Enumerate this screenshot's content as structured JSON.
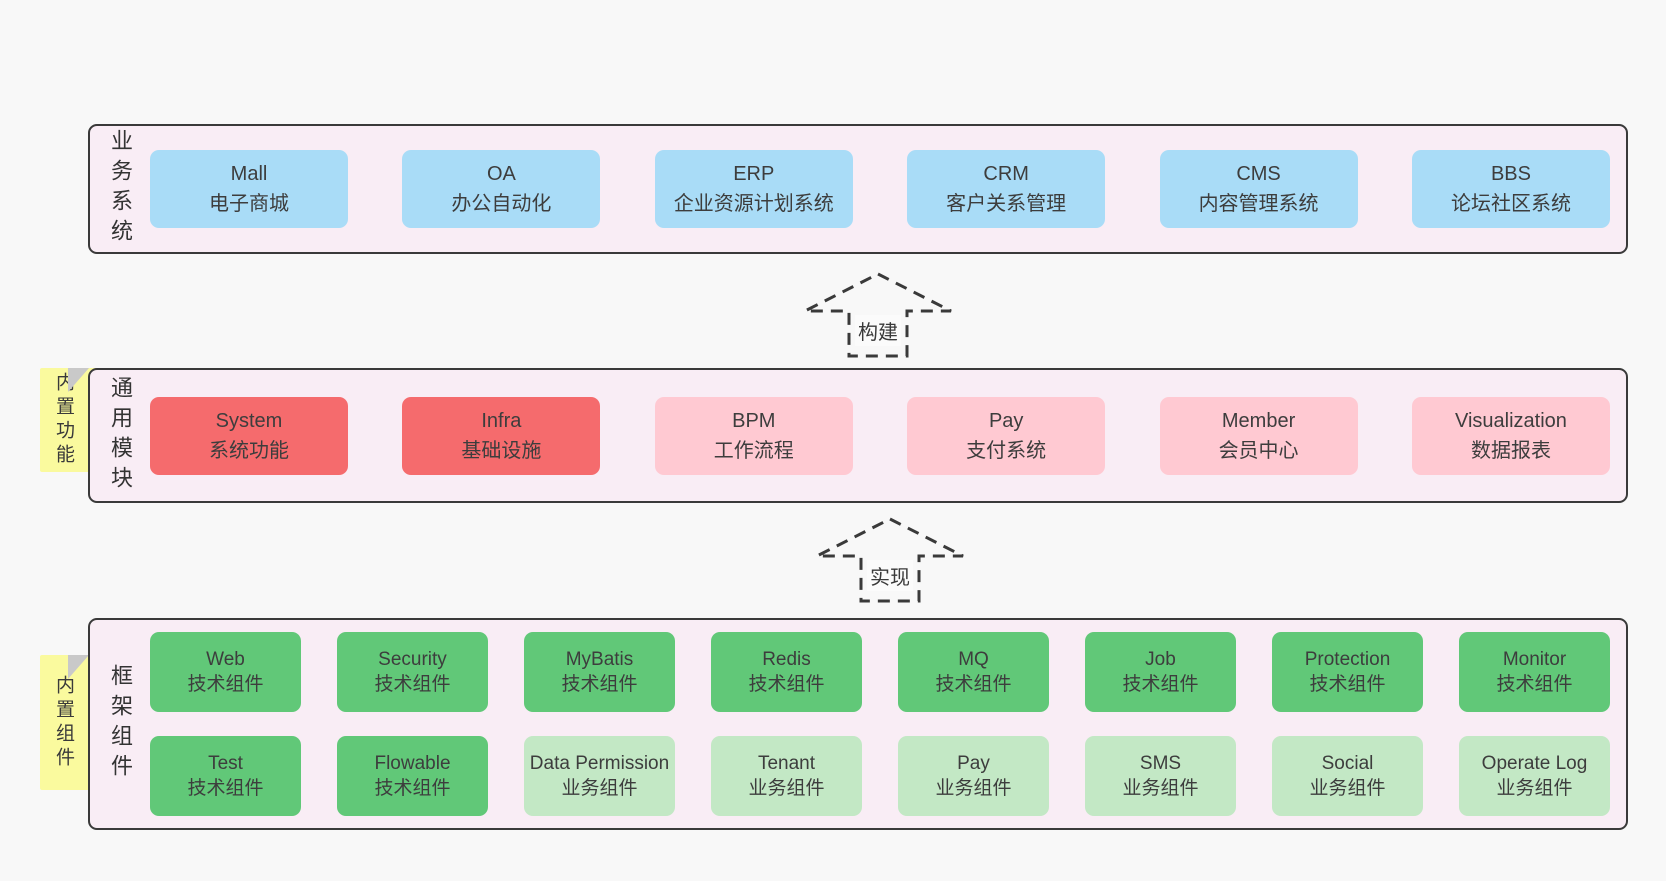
{
  "colors": {
    "page_bg": "#f8f8f8",
    "container_bg": "#f9edf5",
    "container_border": "#3a3a3a",
    "blue_box": "#a9dcf7",
    "red_box": "#f56b6d",
    "pink_box": "#ffc9d2",
    "green_box": "#61c878",
    "light_green_box": "#c3e8c5",
    "sticky_yellow": "#fafa9e",
    "fold_gray": "#c9c9c9"
  },
  "arrows": {
    "build": {
      "label": "构建"
    },
    "implement": {
      "label": "实现"
    }
  },
  "sections": {
    "business": {
      "label": "业务系统",
      "boxes": [
        {
          "name": "Mall",
          "desc": "电子商城"
        },
        {
          "name": "OA",
          "desc": "办公自动化"
        },
        {
          "name": "ERP",
          "desc": "企业资源计划系统"
        },
        {
          "name": "CRM",
          "desc": "客户关系管理"
        },
        {
          "name": "CMS",
          "desc": "内容管理系统"
        },
        {
          "name": "BBS",
          "desc": "论坛社区系统"
        }
      ]
    },
    "modules": {
      "label": "通用模块",
      "sticky": "内置功能",
      "boxes": [
        {
          "name": "System",
          "desc": "系统功能"
        },
        {
          "name": "Infra",
          "desc": "基础设施"
        },
        {
          "name": "BPM",
          "desc": "工作流程"
        },
        {
          "name": "Pay",
          "desc": "支付系统"
        },
        {
          "name": "Member",
          "desc": "会员中心"
        },
        {
          "name": "Visualization",
          "desc": "数据报表"
        }
      ]
    },
    "components": {
      "label": "框架组件",
      "sticky": "内置组件",
      "row1": [
        {
          "name": "Web",
          "desc": "技术组件"
        },
        {
          "name": "Security",
          "desc": "技术组件"
        },
        {
          "name": "MyBatis",
          "desc": "技术组件"
        },
        {
          "name": "Redis",
          "desc": "技术组件"
        },
        {
          "name": "MQ",
          "desc": "技术组件"
        },
        {
          "name": "Job",
          "desc": "技术组件"
        },
        {
          "name": "Protection",
          "desc": "技术组件"
        },
        {
          "name": "Monitor",
          "desc": "技术组件"
        }
      ],
      "row2": [
        {
          "name": "Test",
          "desc": "技术组件"
        },
        {
          "name": "Flowable",
          "desc": "技术组件"
        },
        {
          "name": "Data Permission",
          "desc": "业务组件"
        },
        {
          "name": "Tenant",
          "desc": "业务组件"
        },
        {
          "name": "Pay",
          "desc": "业务组件"
        },
        {
          "name": "SMS",
          "desc": "业务组件"
        },
        {
          "name": "Social",
          "desc": "业务组件"
        },
        {
          "name": "Operate Log",
          "desc": "业务组件"
        }
      ]
    }
  }
}
